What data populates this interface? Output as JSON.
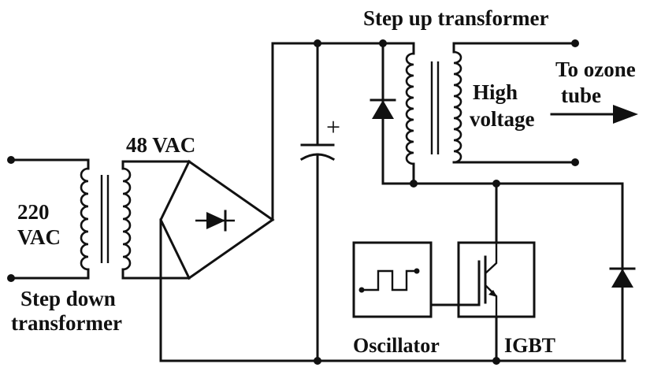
{
  "labels": {
    "input_voltage_line1": "220",
    "input_voltage_line2": "VAC",
    "step_down_line1": "Step down",
    "step_down_line2": "transformer",
    "secondary_voltage": "48 VAC",
    "step_up": "Step up transformer",
    "high_line1": "High",
    "high_line2": "voltage",
    "ozone_line1": "To ozone",
    "ozone_line2": "tube",
    "oscillator": "Oscillator",
    "igbt": "IGBT",
    "plus": "+"
  }
}
